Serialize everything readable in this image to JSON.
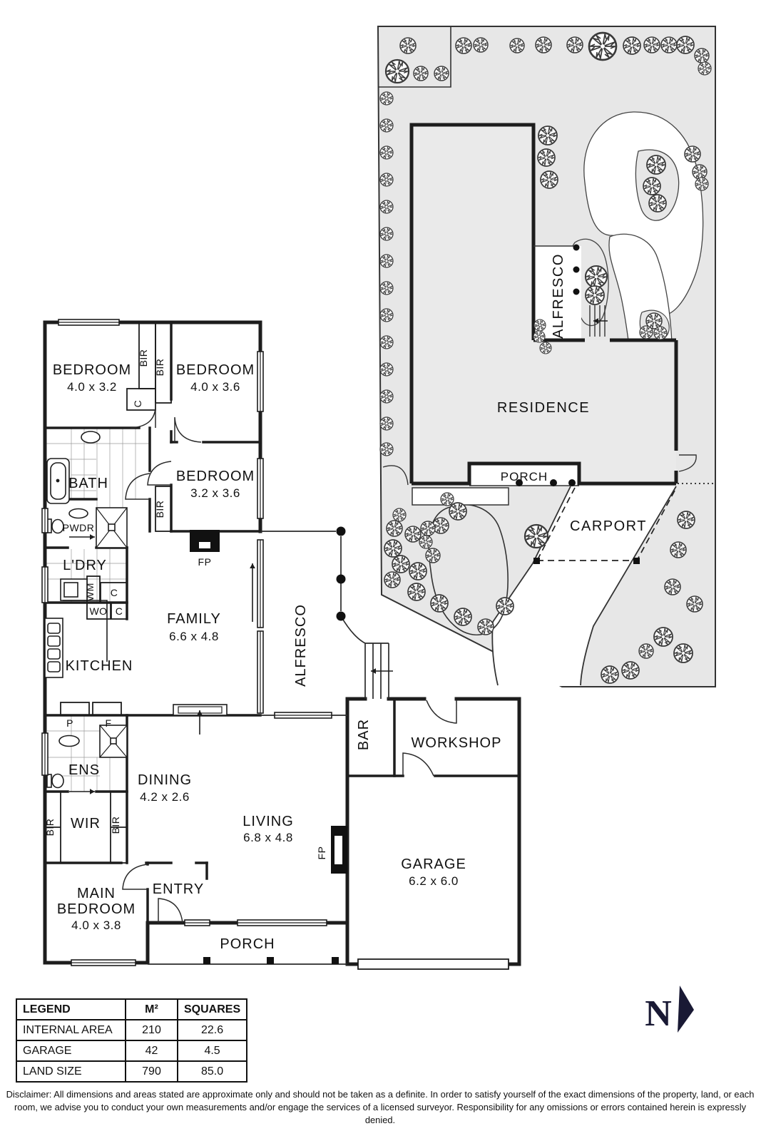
{
  "floor_plan": {
    "rooms": {
      "bedroom1": {
        "label": "BEDROOM",
        "dims": "4.0 x 3.2"
      },
      "bedroom2": {
        "label": "BEDROOM",
        "dims": "4.0 x 3.6"
      },
      "bedroom3": {
        "label": "BEDROOM",
        "dims": "3.2 x 3.6"
      },
      "bath": {
        "label": "BATH"
      },
      "pwdr": {
        "label": "PWDR"
      },
      "laundry": {
        "label": "L'DRY"
      },
      "family": {
        "label": "FAMILY",
        "dims": "6.6 x 4.8"
      },
      "kitchen": {
        "label": "KITCHEN"
      },
      "alfresco": {
        "label": "ALFRESCO"
      },
      "ens": {
        "label": "ENS"
      },
      "dining": {
        "label": "DINING",
        "dims": "4.2 x 2.6"
      },
      "wir": {
        "label": "WIR"
      },
      "living": {
        "label": "LIVING",
        "dims": "6.8 x 4.8"
      },
      "main_bedroom": {
        "label1": "MAIN",
        "label2": "BEDROOM",
        "dims": "4.0 x 3.8"
      },
      "entry": {
        "label": "ENTRY"
      },
      "porch": {
        "label": "PORCH"
      },
      "bar": {
        "label": "BAR"
      },
      "workshop": {
        "label": "WORKSHOP"
      },
      "garage": {
        "label": "GARAGE",
        "dims": "6.2 x 6.0"
      }
    },
    "fixtures": {
      "bir": "BIR",
      "cupboard": "C",
      "wm": "WM",
      "wo": "WO",
      "fp": "FP",
      "pantry": "P",
      "fridge": "F"
    }
  },
  "site_plan": {
    "residence": "RESIDENCE",
    "alfresco": "ALFRESCO",
    "porch": "PORCH",
    "carport": "CARPORT"
  },
  "legend": {
    "headers": [
      "LEGEND",
      "M²",
      "SQUARES"
    ],
    "rows": [
      {
        "label": "INTERNAL AREA",
        "m2": "210",
        "squares": "22.6"
      },
      {
        "label": "GARAGE",
        "m2": "42",
        "squares": "4.5"
      },
      {
        "label": "LAND SIZE",
        "m2": "790",
        "squares": "85.0"
      }
    ]
  },
  "compass": {
    "label": "N"
  },
  "disclaimer": "Disclaimer: All dimensions and areas stated are approximate only and should not be taken as a definite. In order to satisfy yourself of the exact dimensions of the property, land, or each room, we advise you to conduct your own measurements and/or engage the services of a licensed surveyor. Responsibility for any omissions or errors contained herein is expressly denied."
}
